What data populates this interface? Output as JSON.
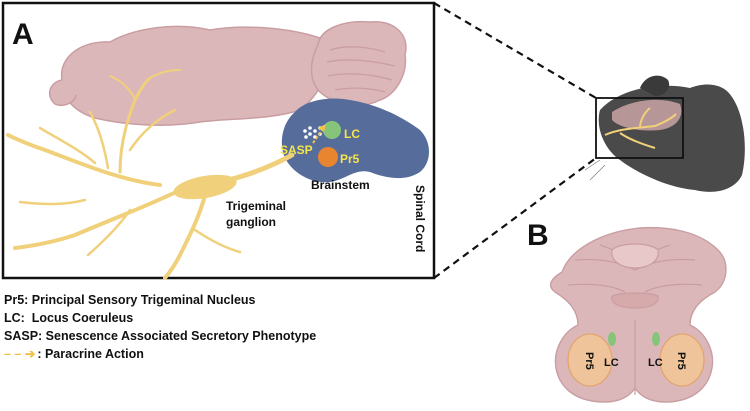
{
  "panel_a": {
    "letter": "A",
    "labels": {
      "lc": "LC",
      "sasp": "SASP",
      "pr5": "Pr5",
      "brainstem": "Brainstem",
      "spinal_cord": "Spinal Cord",
      "trigeminal_line1": "Trigeminal",
      "trigeminal_line2": "ganglion"
    }
  },
  "panel_b": {
    "letter": "B",
    "labels": {
      "pr5_left": "Pr5",
      "lc_left": "LC",
      "lc_right": "LC",
      "pr5_right": "Pr5"
    }
  },
  "legend": {
    "items": [
      {
        "text": "Pr5: Principal Sensory Trigeminal Nucleus"
      },
      {
        "text": "LC:  Locus Coeruleus"
      },
      {
        "text": "SASP: Senescence Associated Secretory Phenotype"
      }
    ],
    "arrow_symbol": "– – ➔",
    "arrow_text": ": Paracrine Action"
  },
  "colors": {
    "brain": "#dcb7b9",
    "brain_outline": "#c99ea2",
    "brainstem": "#566d9c",
    "nerve": "#f0d07a",
    "lc_green": "#86c47a",
    "pr5_orange": "#e9852e",
    "label_yellow": "#f5e44a",
    "paracrine": "#f2c14a"
  }
}
